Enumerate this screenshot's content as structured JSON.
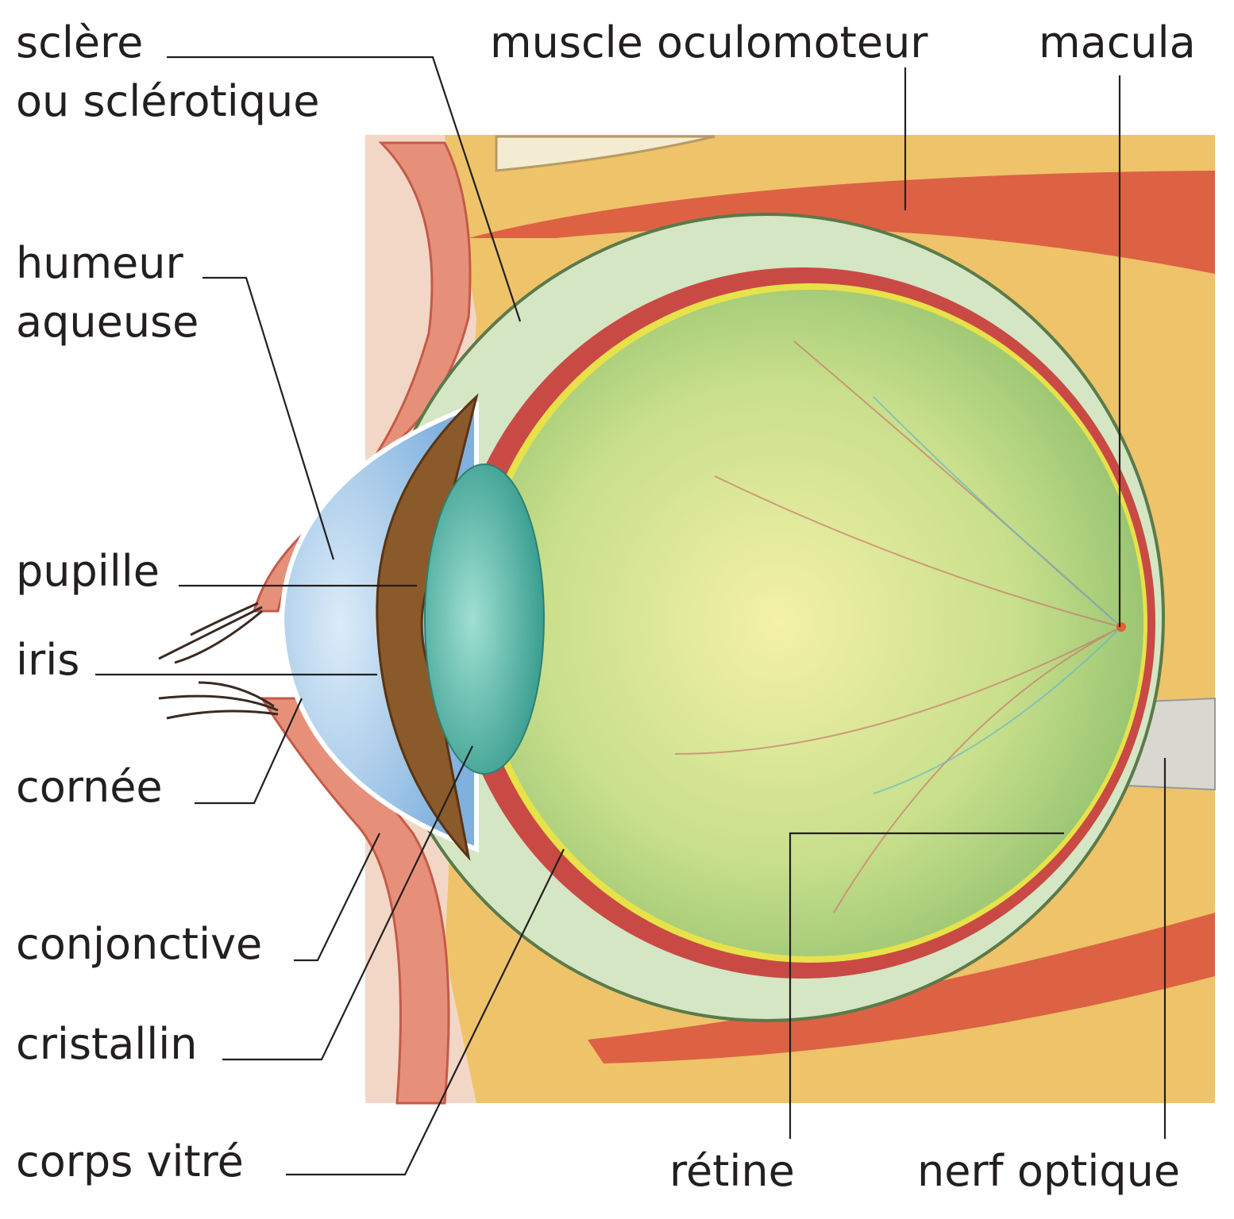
{
  "labels": {
    "sclera_1": "sclère",
    "sclera_2": "ou sclérotique",
    "muscle": "muscle oculomoteur",
    "macula": "macula",
    "aqueous_1": "humeur",
    "aqueous_2": "aqueuse",
    "pupil": "pupille",
    "iris": "iris",
    "cornea": "cornée",
    "conjunctiva": "conjonctive",
    "lens": "cristallin",
    "vitreous": "corps vitré",
    "retina": "rétine",
    "optic_nerve": "nerf optique"
  },
  "colors": {
    "fat": "#eec36a",
    "muscle": "#d9583f",
    "sclera": "#d8e8c8",
    "vitreous": "#c9e08a",
    "lens": "#5fc0b0",
    "iris": "#8a5a2a",
    "cornea": "#a9cbe8"
  }
}
